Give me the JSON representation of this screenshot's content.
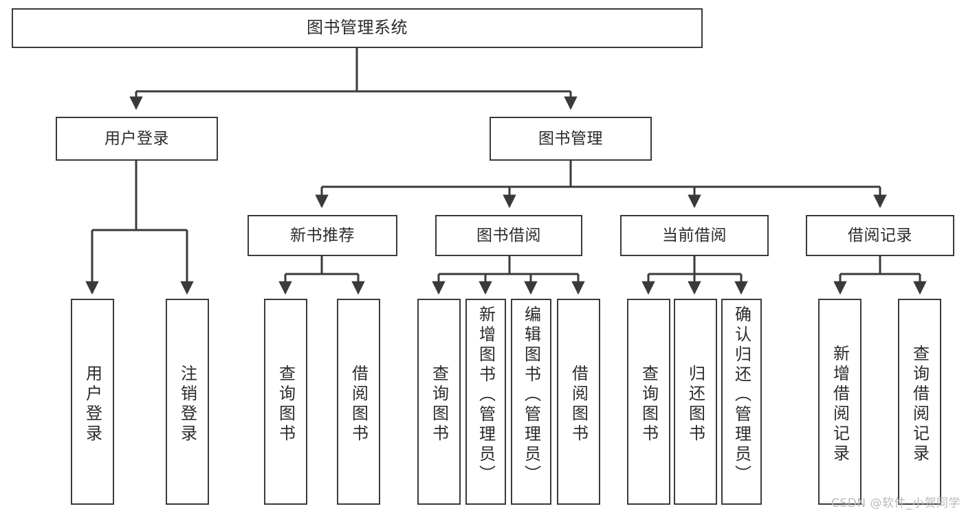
{
  "diagram": {
    "type": "tree-hierarchy",
    "title": "图书管理系统",
    "watermark": "CSDN @软件_小贺同学",
    "colors": {
      "box_border": "#3a3a3a",
      "box_fill": "#ffffff",
      "edge": "#3a3a3a",
      "text": "#2b2b2b",
      "watermark": "#b9b9b9"
    },
    "levels": [
      {
        "level": 1,
        "nodes": [
          {
            "id": "root",
            "label": "图书管理系统",
            "orientation": "horizontal"
          }
        ]
      },
      {
        "level": 2,
        "nodes": [
          {
            "id": "user-login",
            "label": "用户登录",
            "orientation": "horizontal",
            "parent": "root"
          },
          {
            "id": "book-manage",
            "label": "图书管理",
            "orientation": "horizontal",
            "parent": "root"
          }
        ]
      },
      {
        "level": 3,
        "nodes": [
          {
            "id": "new-book-rec",
            "label": "新书推荐",
            "orientation": "horizontal",
            "parent": "book-manage"
          },
          {
            "id": "book-borrow",
            "label": "图书借阅",
            "orientation": "horizontal",
            "parent": "book-manage"
          },
          {
            "id": "current-borrow",
            "label": "当前借阅",
            "orientation": "horizontal",
            "parent": "book-manage"
          },
          {
            "id": "borrow-record",
            "label": "借阅记录",
            "orientation": "horizontal",
            "parent": "book-manage"
          }
        ]
      },
      {
        "level": 4,
        "nodes": [
          {
            "id": "leaf-user-login",
            "label": "用户登录",
            "orientation": "vertical",
            "parent": "user-login"
          },
          {
            "id": "leaf-logout",
            "label": "注销登录",
            "orientation": "vertical",
            "parent": "user-login"
          },
          {
            "id": "leaf-query-book-1",
            "label": "查询图书",
            "orientation": "vertical",
            "parent": "new-book-rec"
          },
          {
            "id": "leaf-borrow-book-1",
            "label": "借阅图书",
            "orientation": "vertical",
            "parent": "new-book-rec"
          },
          {
            "id": "leaf-query-book-2",
            "label": "查询图书",
            "orientation": "vertical",
            "parent": "book-borrow"
          },
          {
            "id": "leaf-add-book",
            "label": "新增图书（管理员）",
            "orientation": "vertical",
            "parent": "book-borrow"
          },
          {
            "id": "leaf-edit-book",
            "label": "编辑图书（管理员）",
            "orientation": "vertical",
            "parent": "book-borrow"
          },
          {
            "id": "leaf-borrow-book-2",
            "label": "借阅图书",
            "orientation": "vertical",
            "parent": "book-borrow"
          },
          {
            "id": "leaf-query-book-3",
            "label": "查询图书",
            "orientation": "vertical",
            "parent": "current-borrow"
          },
          {
            "id": "leaf-return-book",
            "label": "归还图书",
            "orientation": "vertical",
            "parent": "current-borrow"
          },
          {
            "id": "leaf-confirm-return",
            "label": "确认归还（管理员）",
            "orientation": "vertical",
            "parent": "current-borrow"
          },
          {
            "id": "leaf-add-record",
            "label": "新增借阅记录",
            "orientation": "vertical",
            "parent": "borrow-record"
          },
          {
            "id": "leaf-query-record",
            "label": "查询借阅记录",
            "orientation": "vertical",
            "parent": "borrow-record"
          }
        ]
      }
    ]
  }
}
